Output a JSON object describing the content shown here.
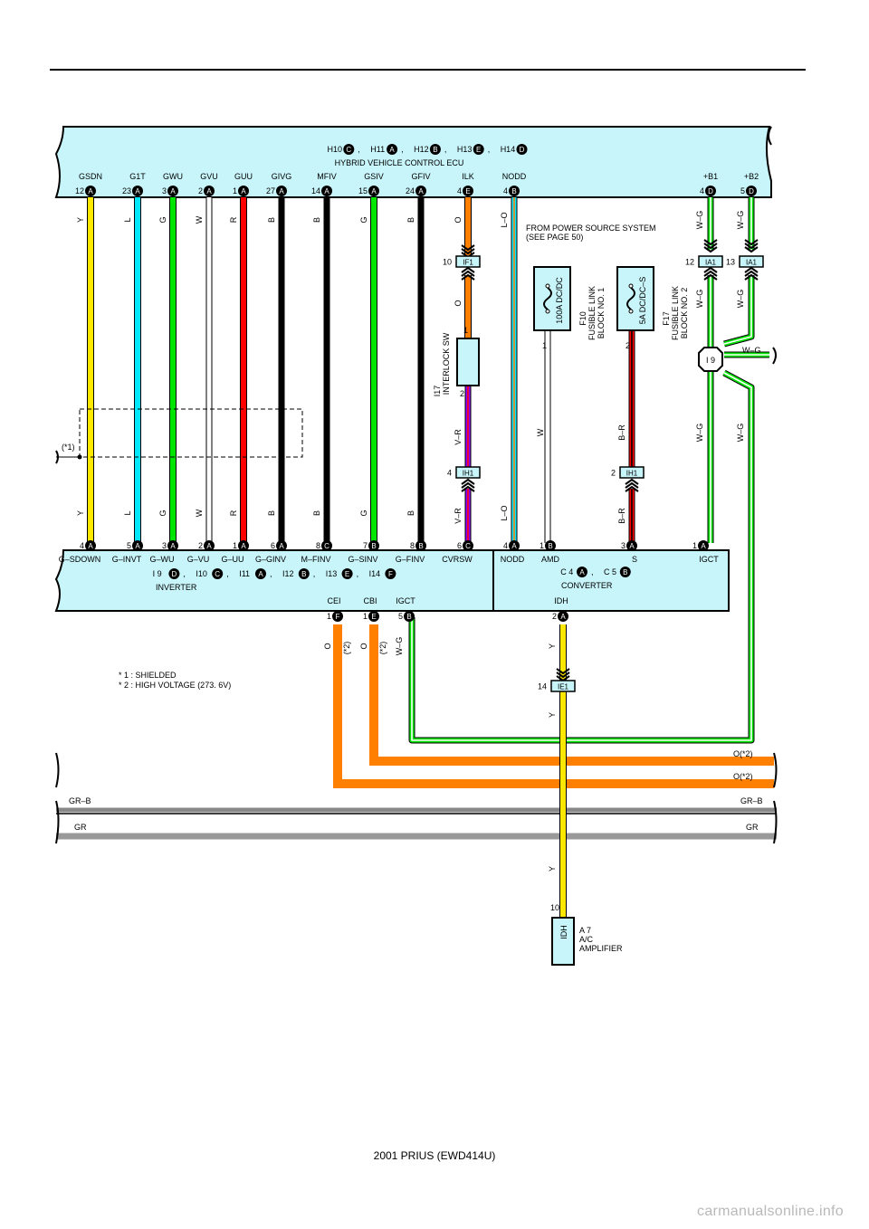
{
  "ecu": {
    "title_line": [
      "H10",
      "C",
      "H11",
      "A",
      "H12",
      "B",
      "H13",
      "E",
      "H14",
      "D"
    ],
    "name": "HYBRID VEHICLE CONTROL ECU",
    "pins": [
      {
        "label": "GSDN",
        "num": "12",
        "conn": "A",
        "wire": "Y",
        "color": "#ffe800"
      },
      {
        "label": "G1T",
        "num": "23",
        "conn": "A",
        "wire": "L",
        "color": "#00e8ff"
      },
      {
        "label": "GWU",
        "num": "3",
        "conn": "A",
        "wire": "G",
        "color": "#00e600"
      },
      {
        "label": "GVU",
        "num": "2",
        "conn": "A",
        "wire": "W",
        "color": "#ffffff"
      },
      {
        "label": "GUU",
        "num": "1",
        "conn": "A",
        "wire": "R",
        "color": "#ff0000"
      },
      {
        "label": "GIVG",
        "num": "27",
        "conn": "A",
        "wire": "B",
        "color": "#000000"
      },
      {
        "label": "MFIV",
        "num": "14",
        "conn": "A",
        "wire": "B",
        "color": "#000000"
      },
      {
        "label": "GSIV",
        "num": "15",
        "conn": "A",
        "wire": "G",
        "color": "#00e600"
      },
      {
        "label": "GFIV",
        "num": "24",
        "conn": "A",
        "wire": "B",
        "color": "#000000"
      },
      {
        "label": "ILK",
        "num": "4",
        "conn": "E",
        "wire": "O",
        "color": "#ff8000"
      },
      {
        "label": "NODD",
        "num": "4",
        "conn": "B",
        "wire": "L–O",
        "color": "#00e8ff"
      },
      {
        "label": "+B1",
        "num": "4",
        "conn": "D",
        "wire": "W–G",
        "color": "#00e600"
      },
      {
        "label": "+B2",
        "num": "5",
        "conn": "D",
        "wire": "W–G",
        "color": "#00e600"
      }
    ]
  },
  "inverter": {
    "title_line": [
      "I 9",
      "D",
      "I10",
      "C",
      "I11",
      "A",
      "I12",
      "B",
      "I13",
      "E",
      "I14",
      "F"
    ],
    "name": "INVERTER",
    "pins": [
      {
        "label": "G–SDOWN",
        "num": "4",
        "conn": "A",
        "wire": "Y"
      },
      {
        "label": "G–INVT",
        "num": "5",
        "conn": "A",
        "wire": "L"
      },
      {
        "label": "G–WU",
        "num": "3",
        "conn": "A",
        "wire": "G"
      },
      {
        "label": "G–VU",
        "num": "2",
        "conn": "A",
        "wire": "W"
      },
      {
        "label": "G–UU",
        "num": "1",
        "conn": "A",
        "wire": "R"
      },
      {
        "label": "G–GINV",
        "num": "6",
        "conn": "A",
        "wire": "B"
      },
      {
        "label": "M–FINV",
        "num": "8",
        "conn": "C",
        "wire": "B"
      },
      {
        "label": "G–SINV",
        "num": "7",
        "conn": "B",
        "wire": "G"
      },
      {
        "label": "G–FINV",
        "num": "8",
        "conn": "B",
        "wire": "B"
      },
      {
        "label": "CVRSW",
        "num": "6",
        "conn": "C",
        "wire": "V–R"
      }
    ],
    "bottom_pins": [
      {
        "label": "CEI",
        "num": "1",
        "conn": "F",
        "wire": "O",
        "note": "(*2)"
      },
      {
        "label": "CBI",
        "num": "1",
        "conn": "E",
        "wire": "O",
        "note": "(*2)"
      },
      {
        "label": "IGCT",
        "num": "5",
        "conn": "B",
        "wire": "W–G",
        "note": ""
      }
    ]
  },
  "converter": {
    "title_line": [
      "C 4",
      "A",
      "C 5",
      "B"
    ],
    "name": "CONVERTER",
    "pins": [
      {
        "label": "NODD",
        "num": "4",
        "conn": "A",
        "wire": "L–O"
      },
      {
        "label": "AMD",
        "num": "1",
        "conn": "B",
        "wire": "W"
      },
      {
        "label": "S",
        "num": "3",
        "conn": "A",
        "wire": "B–R"
      },
      {
        "label": "IGCT",
        "num": "1",
        "conn": "A",
        "wire": "W–G"
      }
    ],
    "bottom_pin": {
      "label": "IDH",
      "num": "2",
      "conn": "A",
      "wire": "Y"
    }
  },
  "power_source": {
    "line1": "FROM POWER SOURCE SYSTEM",
    "line2": "(SEE PAGE 50)"
  },
  "fuses": [
    {
      "rating": "100A DC/DC",
      "id": "F10",
      "line1": "FUSIBLE LINK",
      "line2": "BLOCK NO. 1",
      "pin": "1",
      "wire": "W"
    },
    {
      "rating": "5A DC/DC–S",
      "id": "F17",
      "line1": "FUSIBLE LINK",
      "line2": "BLOCK NO. 2",
      "pin": "2",
      "wire": "B–R"
    }
  ],
  "interlock": {
    "id": "I17",
    "name": "INTERLOCK SW",
    "pin_top": "1",
    "pin_bottom": "2",
    "wire": "V–R"
  },
  "junctions": {
    "IF1": {
      "label": "IF1",
      "pin": "10",
      "wire": "O"
    },
    "IH1_a": {
      "label": "IH1",
      "pin": "4"
    },
    "IH1_b": {
      "label": "IH1",
      "pin": "2"
    },
    "IA1_a": {
      "label": "IA1",
      "pin": "12",
      "wire": "W–G"
    },
    "IA1_b": {
      "label": "IA1",
      "pin": "13",
      "wire": "W–G"
    },
    "IE1": {
      "label": "IE1",
      "pin": "14",
      "wire": "Y"
    },
    "I9": {
      "label": "I 9",
      "wire": "W–G"
    }
  },
  "shield": {
    "label": "(*1)"
  },
  "notes": [
    "*  1 : SHIELDED",
    "*  2 : HIGH VOLTAGE (273. 6V)"
  ],
  "right_labels": {
    "o1": "O(*2)",
    "o2": "O(*2)",
    "grb": "GR–B",
    "gr": "GR"
  },
  "left_labels": {
    "grb": "GR–B",
    "gr": "GR"
  },
  "amplifier": {
    "pin": "10",
    "label": "IDH",
    "id": "A 7",
    "line1": "A/C",
    "line2": "AMPLIFIER",
    "wire": "Y"
  },
  "colors": {
    "yellow": "#ffe800",
    "cyan": "#00e8ff",
    "green": "#00e600",
    "red": "#ff0000",
    "orange": "#ff8000",
    "violet": "#8c00ff",
    "box": "#c8f5fa"
  },
  "footer": "2001 PRIUS (EWD414U)",
  "watermark": "carmanualsonline.info"
}
